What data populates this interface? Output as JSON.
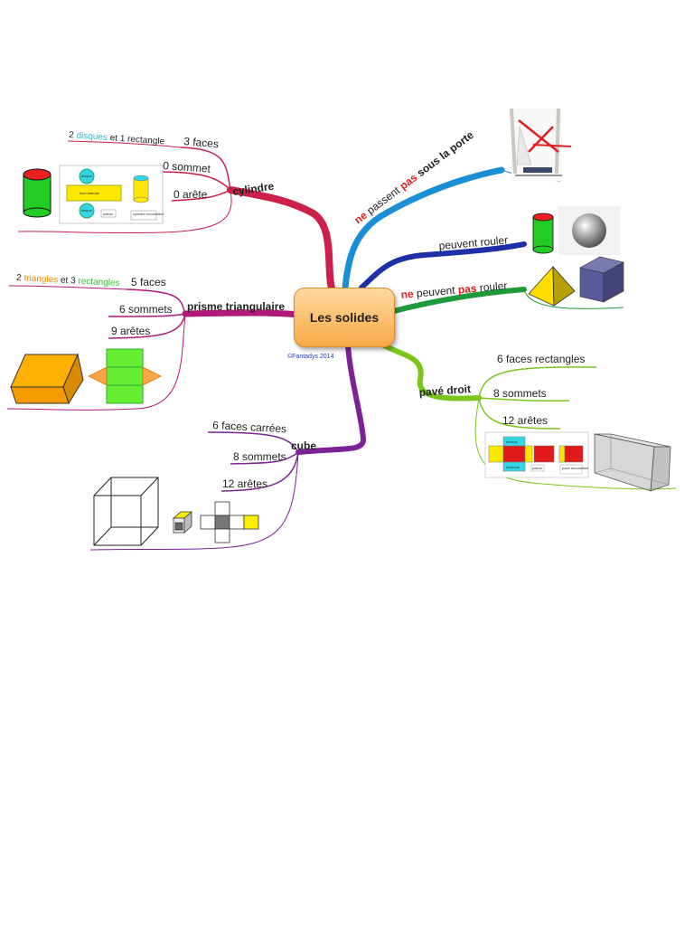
{
  "title": "Les solides",
  "credit": "©Fantadys 2014",
  "colors": {
    "cylindre": "#cc1f4a",
    "prisme": "#b0197a",
    "cube": "#7a2394",
    "porte": "#1b8fd6",
    "rouler": "#1f2fa8",
    "ne_rouler": "#1f9a3a",
    "pave": "#7ac61c",
    "accent_red": "#e02020",
    "cyan": "#22b8e0",
    "orange": "#f08a00",
    "green": "#2ec42e"
  },
  "cylindre": {
    "title": "cylindre",
    "items": [
      "3 faces",
      "0 sommet",
      "0 arête"
    ],
    "detail": {
      "part1": "2",
      "part2": "disques",
      "part3": "et 1 rectangle"
    },
    "net_labels": [
      "disque",
      "face latérale",
      "disque",
      "patron",
      "cylindre reconstitué"
    ]
  },
  "prisme": {
    "title": "prisme triangulaire",
    "items": [
      "5 faces",
      "6 sommets",
      "9 arêtes"
    ],
    "detail": {
      "part1": "2",
      "part2": "triangles",
      "part3": "et 3",
      "part4": "rectangles"
    }
  },
  "cube": {
    "title": "cube",
    "items": [
      "6 faces carrées",
      "8 sommets",
      "12 arêtes"
    ]
  },
  "porte": {
    "ne": "ne",
    "mid": "passent",
    "pas": "pas",
    "end": "sous la porte"
  },
  "rouler": {
    "label": "peuvent rouler"
  },
  "ne_rouler": {
    "ne": "ne",
    "mid": "peuvent",
    "pas": "pas",
    "end": "rouler"
  },
  "pave": {
    "title": "pavé droit",
    "items": [
      "6 faces rectangles",
      "8 sommets",
      "12 arêtes"
    ],
    "net_labels": [
      "dessus",
      "dessous",
      "patron",
      "pavé reconstitué"
    ]
  }
}
